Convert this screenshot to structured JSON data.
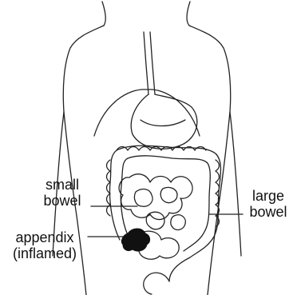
{
  "labels": {
    "small_bowel": [
      "small",
      "bowel"
    ],
    "large_bowel": [
      "large",
      "bowel"
    ],
    "appendix": [
      "appendix",
      "(inflamed)"
    ]
  },
  "colors": {
    "line": "#222222",
    "appendix_fill": "#111111",
    "background": "#ffffff"
  }
}
